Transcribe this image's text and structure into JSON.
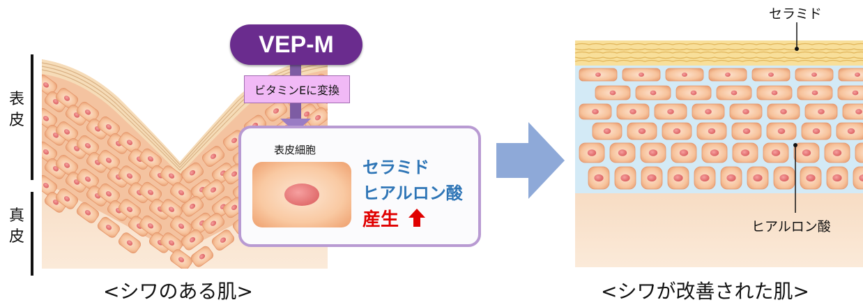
{
  "left_panel": {
    "label_epidermis": "表皮",
    "label_dermis": "真皮",
    "caption": "<シワのある肌>"
  },
  "ingredient": {
    "name": "VEP-M",
    "conversion": "ビタミンEに変換"
  },
  "cell_panel": {
    "title": "表皮細胞",
    "products": [
      "セラミド",
      "ヒアルロン酸"
    ],
    "effect": "産生"
  },
  "right_panel": {
    "label_ceramide": "セラミド",
    "label_hyaluronic": "ヒアルロン酸",
    "caption": "<シワが改善された肌>"
  },
  "colors": {
    "pill": "#6a2c8e",
    "conversion_box": "#f1b9f6",
    "product_text": "#2e75b6",
    "effect_text": "#e00000",
    "arrow": "#8ea9d8"
  }
}
